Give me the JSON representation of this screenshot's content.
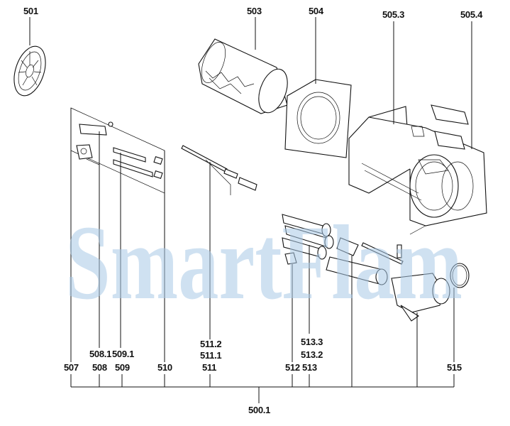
{
  "watermark": "SmartFlam",
  "labels": {
    "l501": "501",
    "l503": "503",
    "l504": "504",
    "l5053": "505.3",
    "l5054": "505.4",
    "l507": "507",
    "l5081": "508.1",
    "l508": "508",
    "l5091": "509.1",
    "l509": "509",
    "l510": "510",
    "l5112": "511.2",
    "l5111": "511.1",
    "l511": "511",
    "l512": "512",
    "l5133": "513.3",
    "l5132": "513.2",
    "l513": "513",
    "l515": "515",
    "l5001": "500.1"
  }
}
